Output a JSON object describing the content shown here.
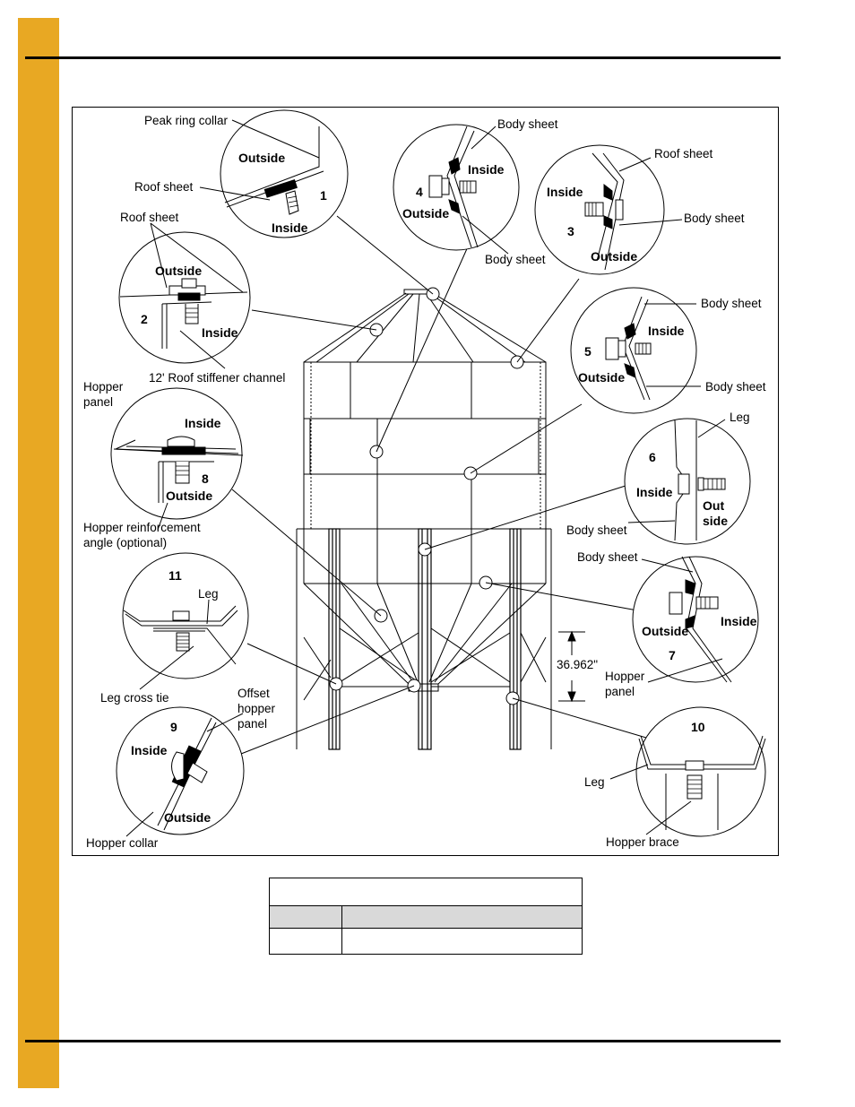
{
  "labels": {
    "peak_ring_collar": "Peak ring collar",
    "roof_sheet": "Roof sheet",
    "body_sheet": "Body sheet",
    "outside": "Outside",
    "inside": "Inside",
    "out": "Out",
    "side": "side",
    "roof_stiffener": "12' Roof stiffener channel",
    "hopper": "Hopper",
    "panel": "panel",
    "hopper_reinforcement_1": "Hopper reinforcement",
    "hopper_reinforcement_2": "angle (optional)",
    "leg": "Leg",
    "leg_cross_tie": "Leg cross tie",
    "offset": "Offset",
    "hopper_lower": "hopper",
    "hopper_collar": "Hopper collar",
    "hopper_brace": "Hopper brace",
    "dimension": "36.962\""
  },
  "details": [
    "1",
    "2",
    "3",
    "4",
    "5",
    "6",
    "7",
    "8",
    "9",
    "10",
    "11"
  ],
  "table": {
    "title": "",
    "col1": "",
    "col2": "",
    "cell1": "",
    "cell2": ""
  },
  "colors": {
    "side_tab": "#e8a823",
    "header_fill": "#d9d9d9"
  }
}
